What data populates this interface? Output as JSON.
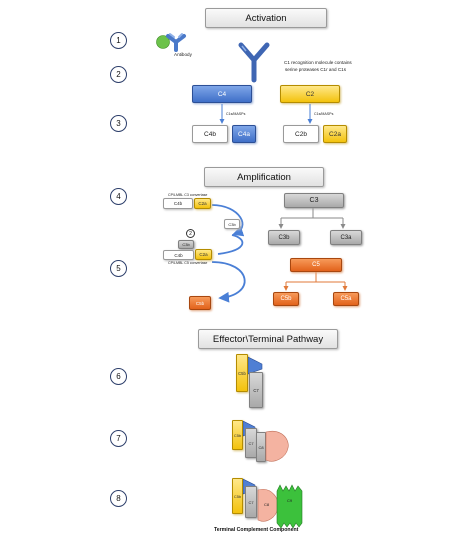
{
  "sections": {
    "activation": "Activation",
    "amplification": "Amplification",
    "terminal": "Effector\\Terminal Pathway"
  },
  "steps": [
    "1",
    "2",
    "3",
    "4",
    "5",
    "6",
    "7",
    "8"
  ],
  "activation": {
    "antibody_label": "Antibody",
    "c1_note_line1": "C1 recognition molecule contains",
    "c1_note_line2": "serine proteases C1r and C1s",
    "c4": "C4",
    "c2": "C2",
    "c4_arrow": "C1s/MASPs",
    "c2_arrow": "C1s/MASPs",
    "c4b": "C4b",
    "c4a": "C4a",
    "c2b": "C2b",
    "c2a": "C2a"
  },
  "amplification": {
    "c3_convertase_label": "CP/LMBL C3 convertase",
    "c4b": "C4b",
    "c2a": "C2a",
    "c3b_small": "C3b",
    "circle2": "2",
    "c3b_upper": "C3b",
    "c4b_lower": "C4b",
    "c2a_lower": "C2a",
    "c5_convertase_label": "CP/LMBL C5 convertase",
    "c5b_small": "C5b",
    "c3": "C3",
    "c3b": "C3b",
    "c3a": "C3a",
    "c5": "C5",
    "c5b": "C5b",
    "c5a": "C5a"
  },
  "terminal": {
    "c5b": "C5b",
    "c6": "C6",
    "c7": "C7",
    "c8": "C8",
    "c9": "C9",
    "footer": "Terminal Complement Component"
  },
  "colors": {
    "blue": "#3f6fc8",
    "yellow": "#f3c20c",
    "gray": "#a9a9a9",
    "orange": "#e2621b",
    "salmon": "#f4b3a1",
    "green": "#3cc13c",
    "arrow": "#4a7fd6"
  }
}
